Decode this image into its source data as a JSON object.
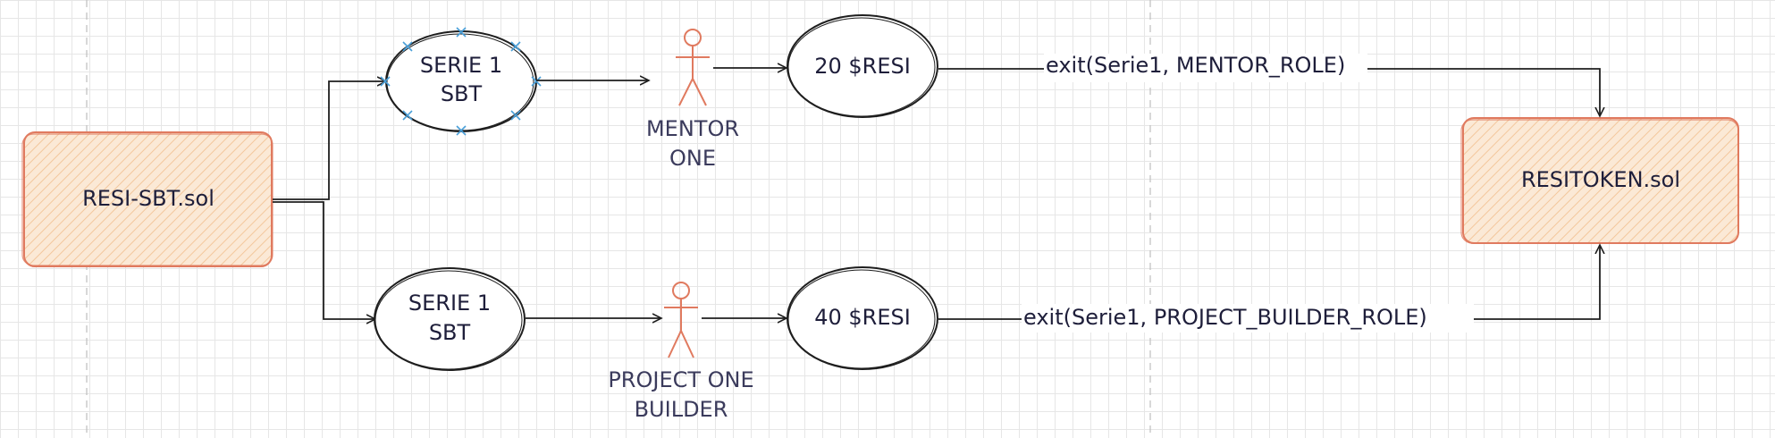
{
  "nodes": {
    "resi_sbt": {
      "label": "RESI-SBT.sol"
    },
    "resitoken": {
      "label": "RESITOKEN.sol"
    },
    "serie_top": {
      "line1": "SERIE 1",
      "line2": "SBT"
    },
    "serie_bottom": {
      "line1": "SERIE 1",
      "line2": "SBT"
    },
    "amount_top": {
      "label": "20 $RESI"
    },
    "amount_bottom": {
      "label": "40 $RESI"
    }
  },
  "actors": {
    "mentor": {
      "line1": "MENTOR",
      "line2": "ONE"
    },
    "builder": {
      "line1": "PROJECT ONE",
      "line2": "BUILDER"
    }
  },
  "edges": {
    "exit_mentor": {
      "label": "exit(Serie1, MENTOR_ROLE)"
    },
    "exit_builder": {
      "label": "exit(Serie1, PROJECT_BUILDER_ROLE)"
    }
  },
  "colors": {
    "file_fill": "#f8d9b8",
    "file_stroke": "#e07a5f",
    "actor_stroke": "#e07a5f",
    "ink": "#1e1e1e",
    "selection": "#4a9fd8"
  }
}
